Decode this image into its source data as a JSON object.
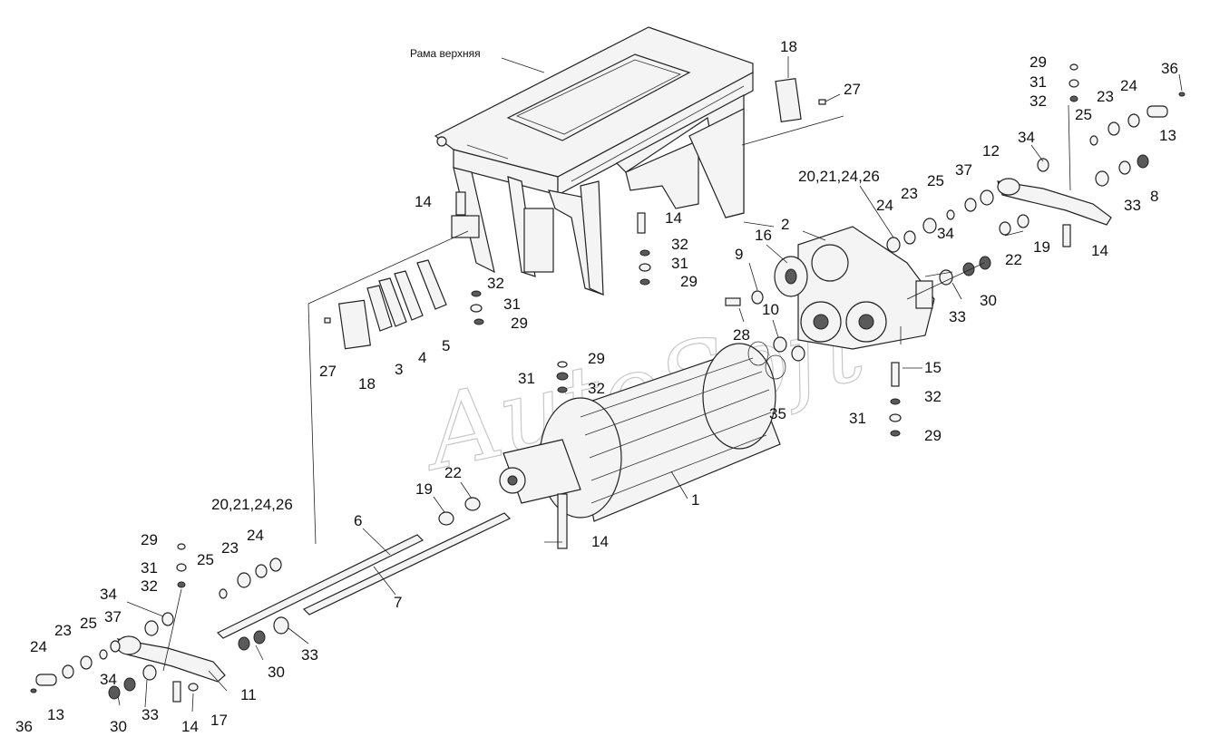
{
  "frame_label": "Рама верхняя",
  "watermark": "AutoSoft",
  "labels": {
    "l18a": "18",
    "l27a": "27",
    "l29a": "29",
    "l31a": "31",
    "l32a": "32",
    "l36a": "36",
    "l23a": "23",
    "l24a": "24",
    "l25a": "25",
    "l13a": "13",
    "l34a": "34",
    "l12a": "12",
    "l8a": "8",
    "l33a": "33",
    "l2021a": "20,21,24,26",
    "l24b": "24",
    "l23b": "23",
    "l25b": "25",
    "l37a": "37",
    "l14a": "14",
    "l14b": "14",
    "l32b": "32",
    "l31b": "31",
    "l29b": "29",
    "l16a": "16",
    "l2a": "2",
    "l9a": "9",
    "l34b": "34",
    "l22a": "22",
    "l19a": "19",
    "l14c": "14",
    "l32c": "32",
    "l31c": "31",
    "l29c": "29",
    "l28a": "28",
    "l10a": "10",
    "l33b": "33",
    "l30a": "30",
    "l27b": "27",
    "l18b": "18",
    "l3a": "3",
    "l4a": "4",
    "l5a": "5",
    "l29d": "29",
    "l31d": "31",
    "l32d": "32",
    "l35a": "35",
    "l15a": "15",
    "l32e": "32",
    "l31e": "31",
    "l29e": "29",
    "l1a": "1",
    "l22b": "22",
    "l19b": "19",
    "l14d": "14",
    "l2021b": "20,21,24,26",
    "l6a": "6",
    "l7a": "7",
    "l29f": "29",
    "l31f": "31",
    "l32f": "32",
    "l24c": "24",
    "l23c": "23",
    "l25c": "25",
    "l34c": "34",
    "l37b": "37",
    "l25d": "25",
    "l23d": "23",
    "l24d": "24",
    "l34d": "34",
    "l30b": "30",
    "l33c": "33",
    "l11a": "11",
    "l36b": "36",
    "l13b": "13",
    "l30c": "30",
    "l33d": "33",
    "l14e": "14",
    "l17a": "17"
  }
}
